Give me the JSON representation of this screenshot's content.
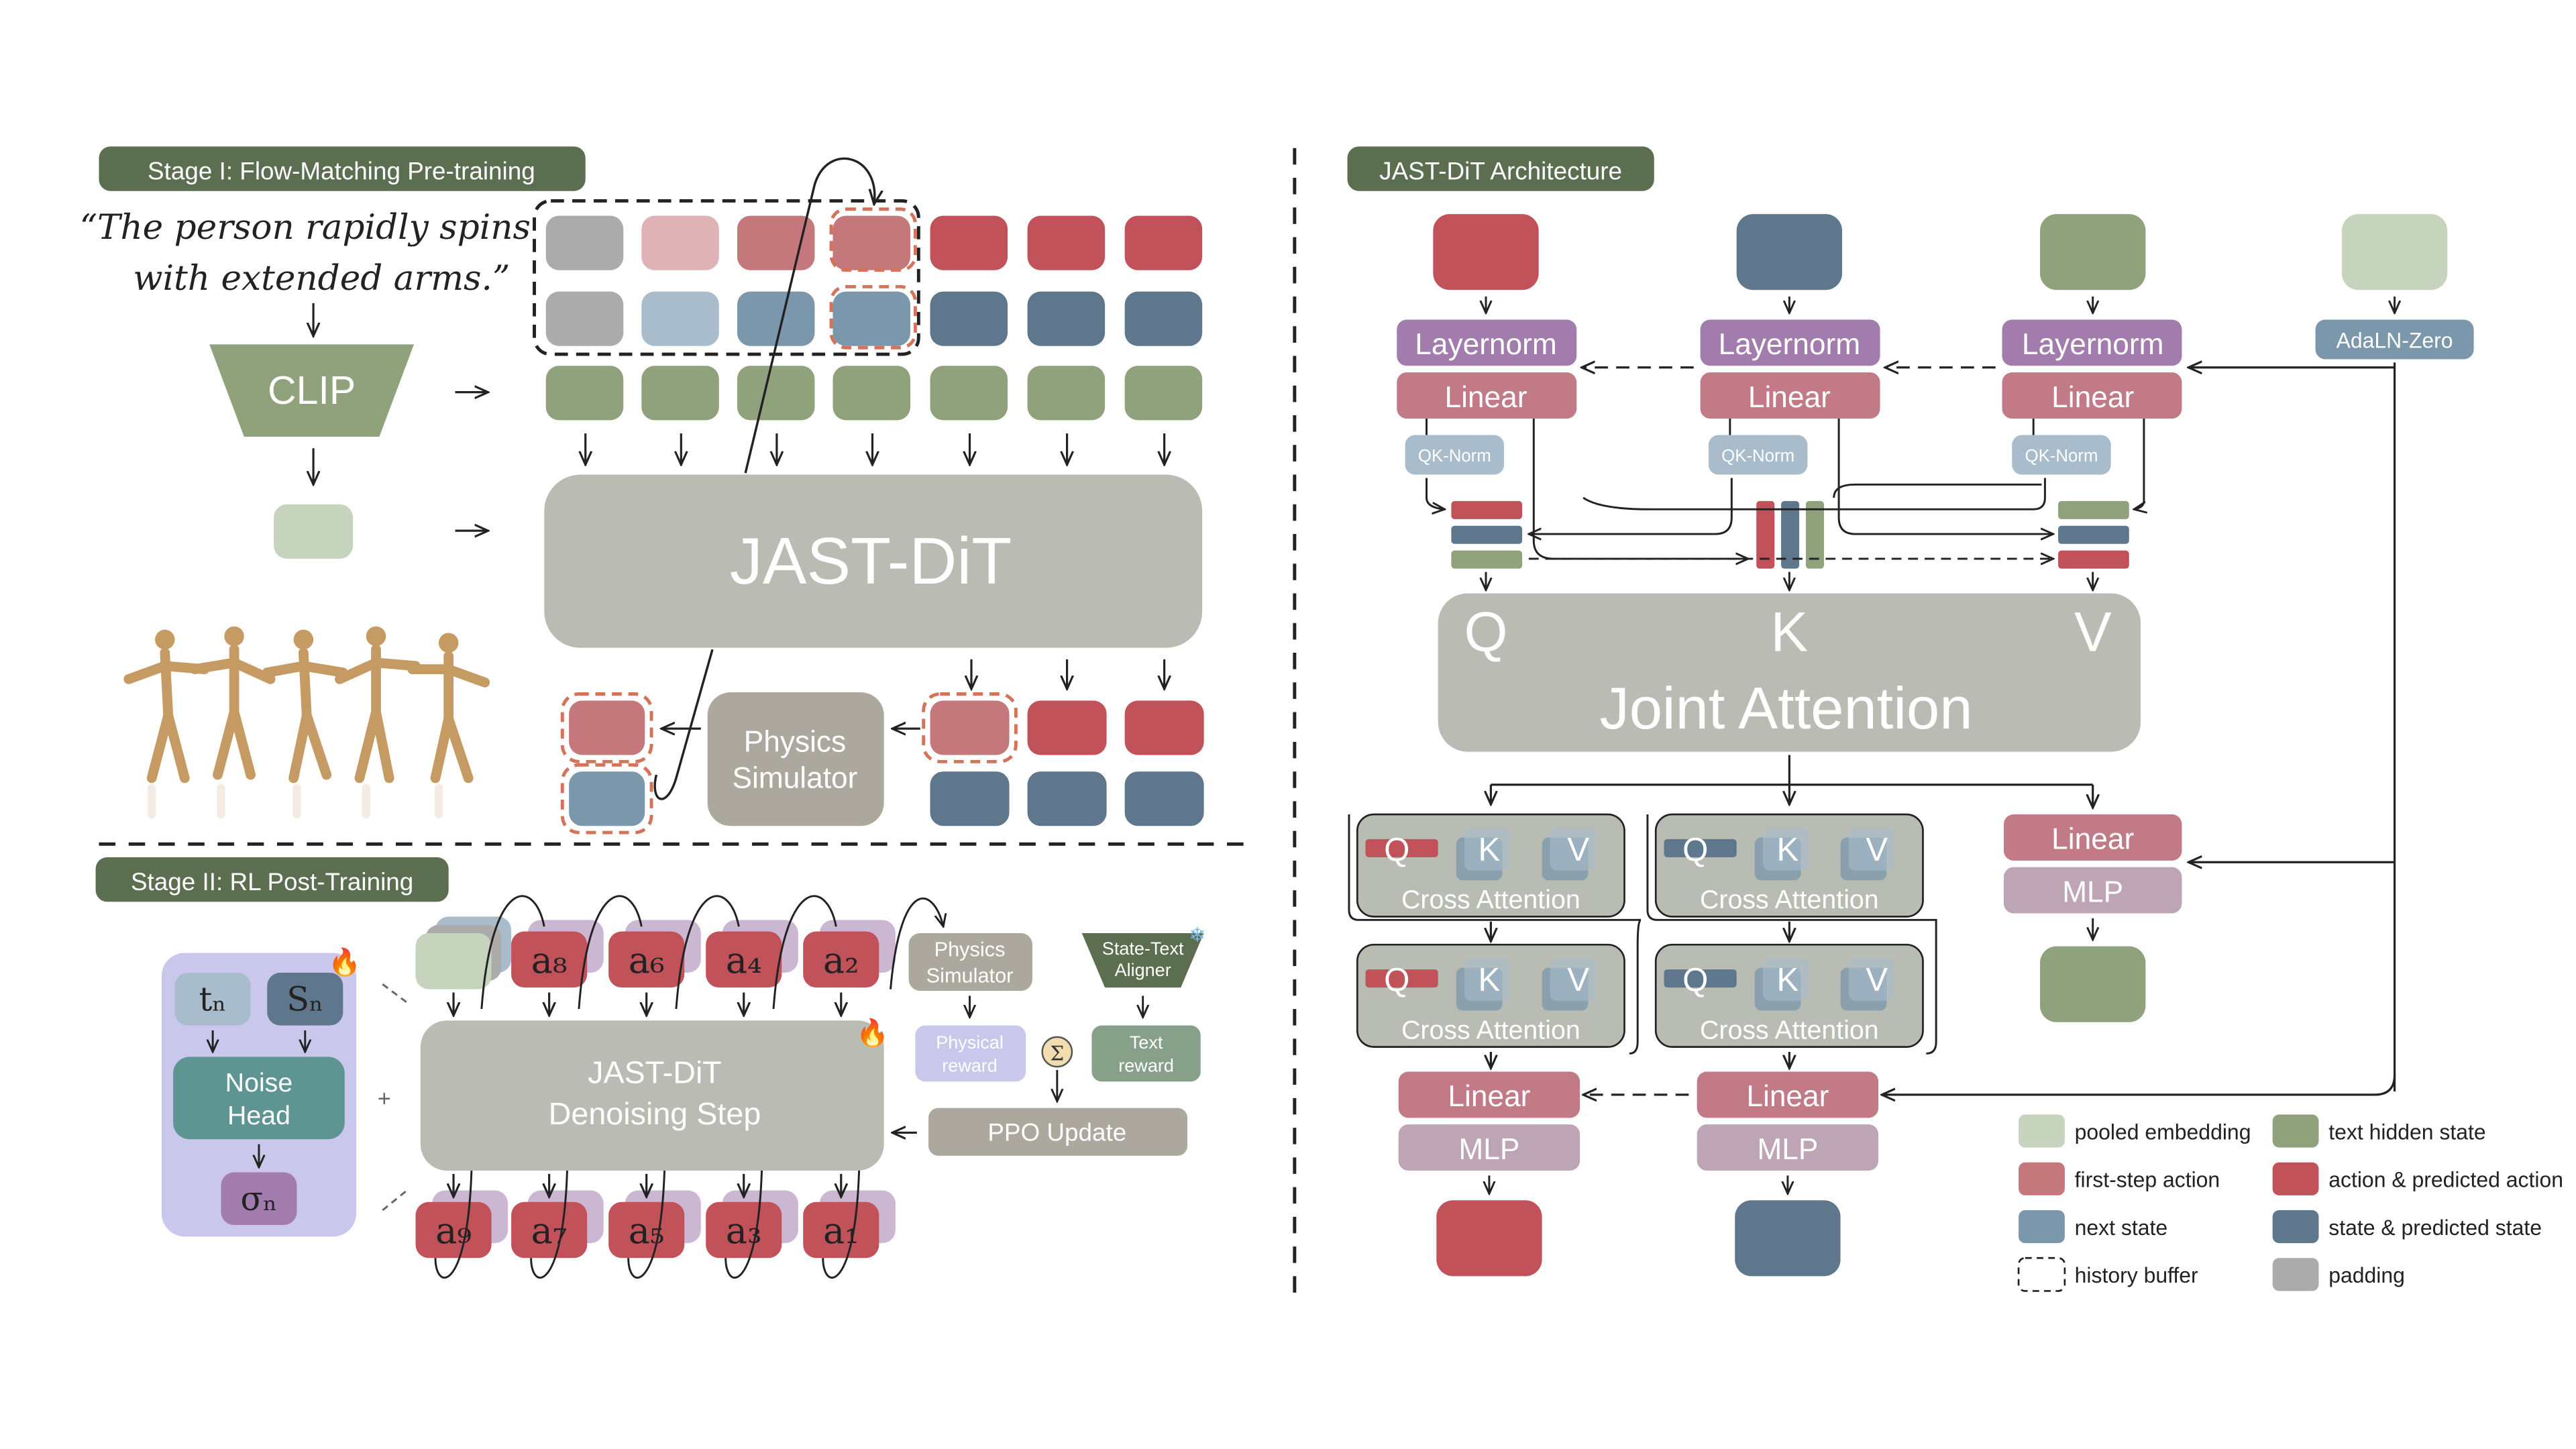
{
  "stage1": {
    "title": "Stage I: Flow-Matching Pre-training",
    "quote_line1": "“The person rapidly spins",
    "quote_line2": "with extended arms.”",
    "clip": "CLIP",
    "dit": "JAST-DiT",
    "physics_line1": "Physics",
    "physics_line2": "Simulator"
  },
  "stage2": {
    "title": "Stage II: RL Post-Training",
    "t_n": "tₙ",
    "s_n": "Sₙ",
    "noise_head_line1": "Noise",
    "noise_head_line2": "Head",
    "sigma_n": "σₙ",
    "plus": "+",
    "top_actions": [
      "a₈",
      "a₆",
      "a₄",
      "a₂"
    ],
    "bottom_actions": [
      "a₉",
      "a₇",
      "a₅",
      "a₃",
      "a₁"
    ],
    "denoise_line1": "JAST-DiT",
    "denoise_line2": "Denoising Step",
    "physics_line1": "Physics",
    "physics_line2": "Simulator",
    "aligner_line1": "State-Text",
    "aligner_line2": "Aligner",
    "physical_reward_line1": "Physical",
    "physical_reward_line2": "reward",
    "sum": "Σ",
    "text_reward_line1": "Text",
    "text_reward_line2": "reward",
    "ppo": "PPO Update",
    "fire": "🔥",
    "snow": "❄"
  },
  "arch": {
    "title": "JAST-DiT Architecture",
    "layernorm": "Layernorm",
    "linear": "Linear",
    "qknorm": "QK-Norm",
    "adaln": "AdaLN-Zero",
    "q": "Q",
    "k": "K",
    "v": "V",
    "joint_attention": "Joint Attention",
    "cross_attention": "Cross Attention",
    "mlp": "MLP"
  },
  "legend": [
    {
      "label": "pooled embedding",
      "color": "#c6d3bd"
    },
    {
      "label": "text hidden state",
      "color": "#8fa27c"
    },
    {
      "label": "first-step action",
      "color": "#c5787c"
    },
    {
      "label": "action & predicted action",
      "color": "#c2525a"
    },
    {
      "label": "next state",
      "color": "#7b97ab"
    },
    {
      "label": "state & predicted state",
      "color": "#5f778c"
    },
    {
      "label": "history buffer",
      "color": "#ffffff"
    },
    {
      "label": "padding",
      "color": "#ababab"
    }
  ],
  "colors": {
    "red": "#c2525a",
    "red_light": "#c5787c",
    "pink": "#dfb3b6",
    "blue": "#5f778c",
    "blue_light": "#7b97ab",
    "blue_pale": "#a9bccb",
    "green": "#8fa27c",
    "green_pale": "#c6d3bd",
    "gray": "#b8bcb3",
    "gray_pad": "#ababab",
    "purple": "#a27cad",
    "purple_bg": "#c9c8ec",
    "stage_bg": "#5b6e4f"
  }
}
